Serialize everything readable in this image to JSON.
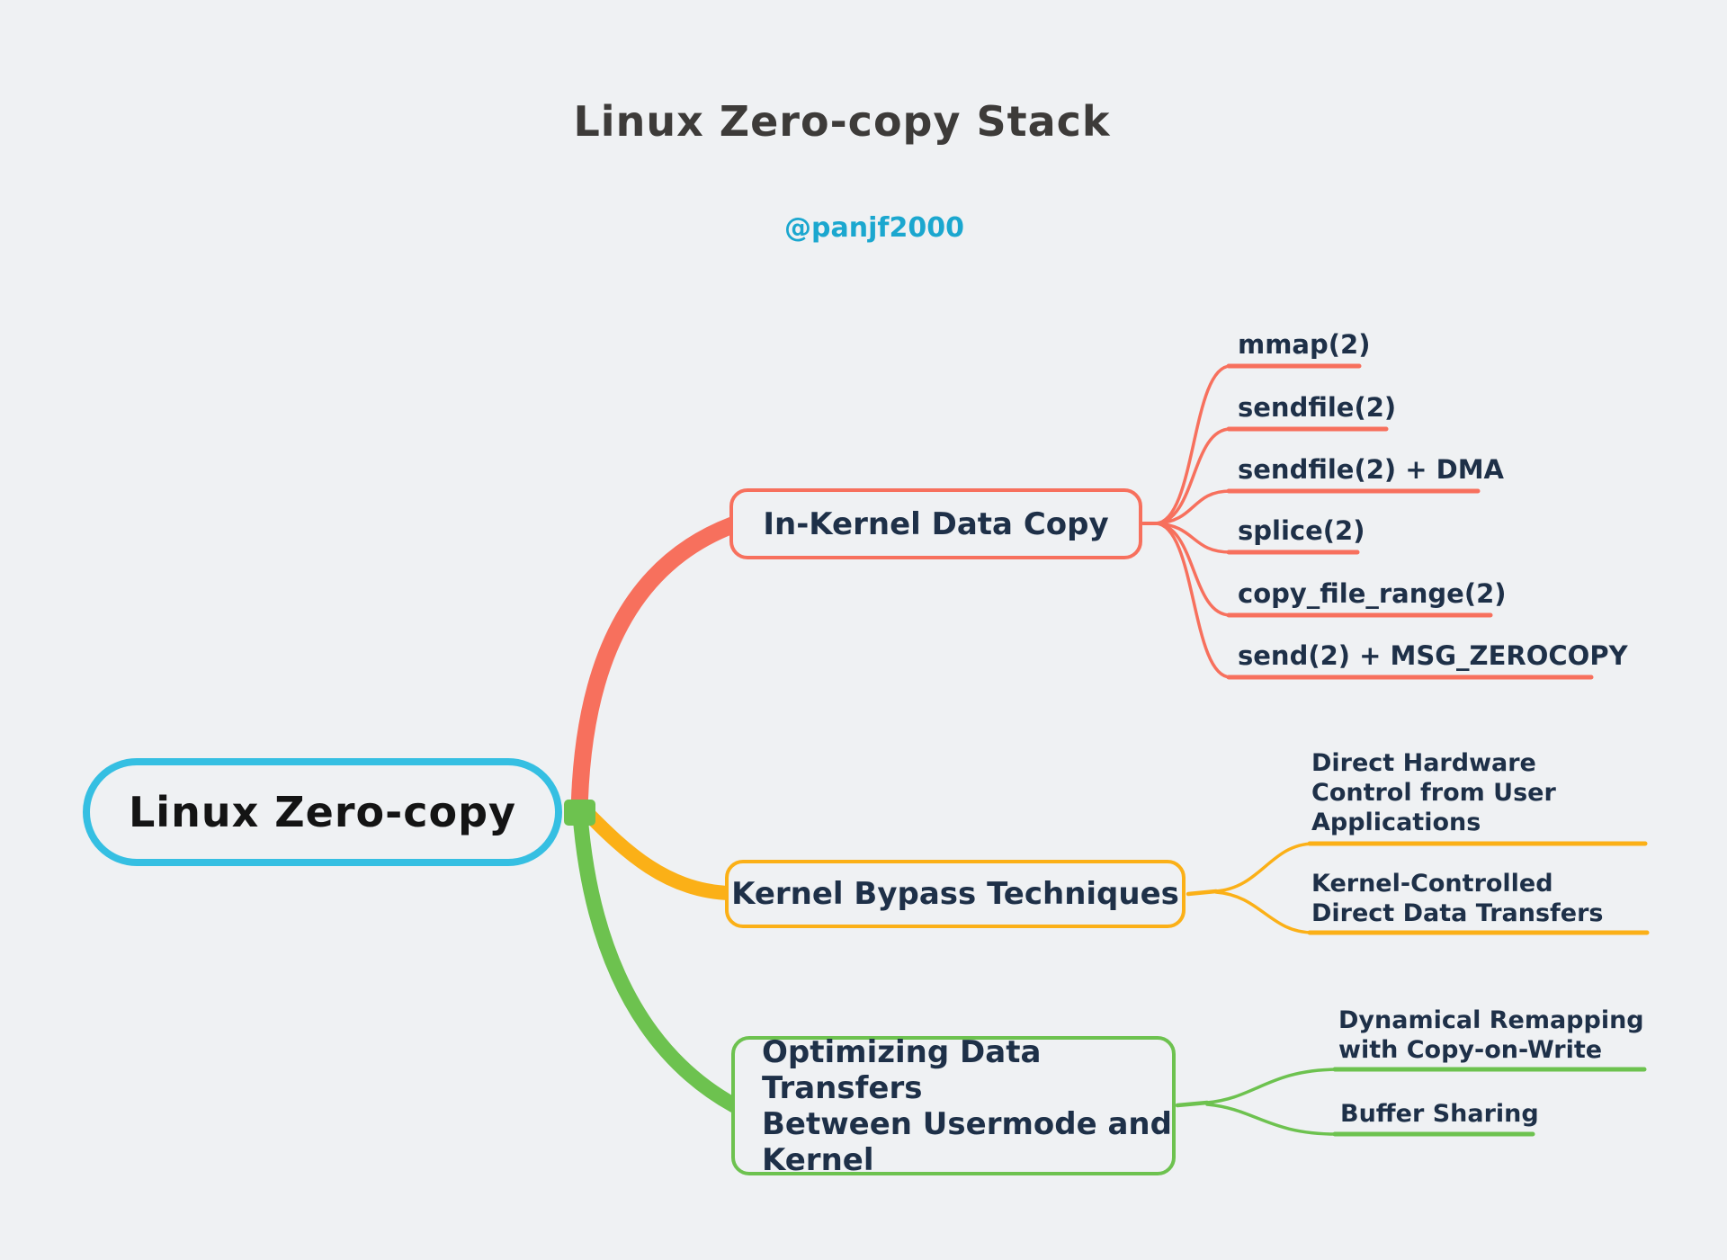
{
  "title": "Linux Zero-copy Stack",
  "watermark": "@panjf2000",
  "root": {
    "label": "Linux Zero-copy"
  },
  "branches": [
    {
      "label": "In-Kernel Data Copy",
      "color": "#f7705d",
      "children": [
        {
          "label": "mmap(2)"
        },
        {
          "label": "sendfile(2)"
        },
        {
          "label": "sendfile(2) + DMA"
        },
        {
          "label": "splice(2)"
        },
        {
          "label": "copy_file_range(2)"
        },
        {
          "label": "send(2) + MSG_ZEROCOPY"
        }
      ]
    },
    {
      "label": "Kernel Bypass Techniques",
      "color": "#fbb017",
      "children": [
        {
          "label": "Direct Hardware\nControl from User\nApplications"
        },
        {
          "label": "Kernel-Controlled\nDirect Data Transfers"
        }
      ]
    },
    {
      "label": "Optimizing Data Transfers\nBetween Usermode and\nKernel",
      "color": "#6dc24f",
      "children": [
        {
          "label": "Dynamical Remapping\nwith Copy-on-Write"
        },
        {
          "label": "Buffer Sharing"
        }
      ]
    }
  ],
  "colors": {
    "background": "#eff1f3",
    "root_border": "#35bfe2",
    "branch_in_kernel": "#f7705d",
    "branch_kernel_bypass": "#fbb017",
    "branch_optimizing": "#6dc24f",
    "node_text": "#1e3048",
    "title_text": "#3d3b39",
    "watermark_text": "#1ba7cf"
  }
}
